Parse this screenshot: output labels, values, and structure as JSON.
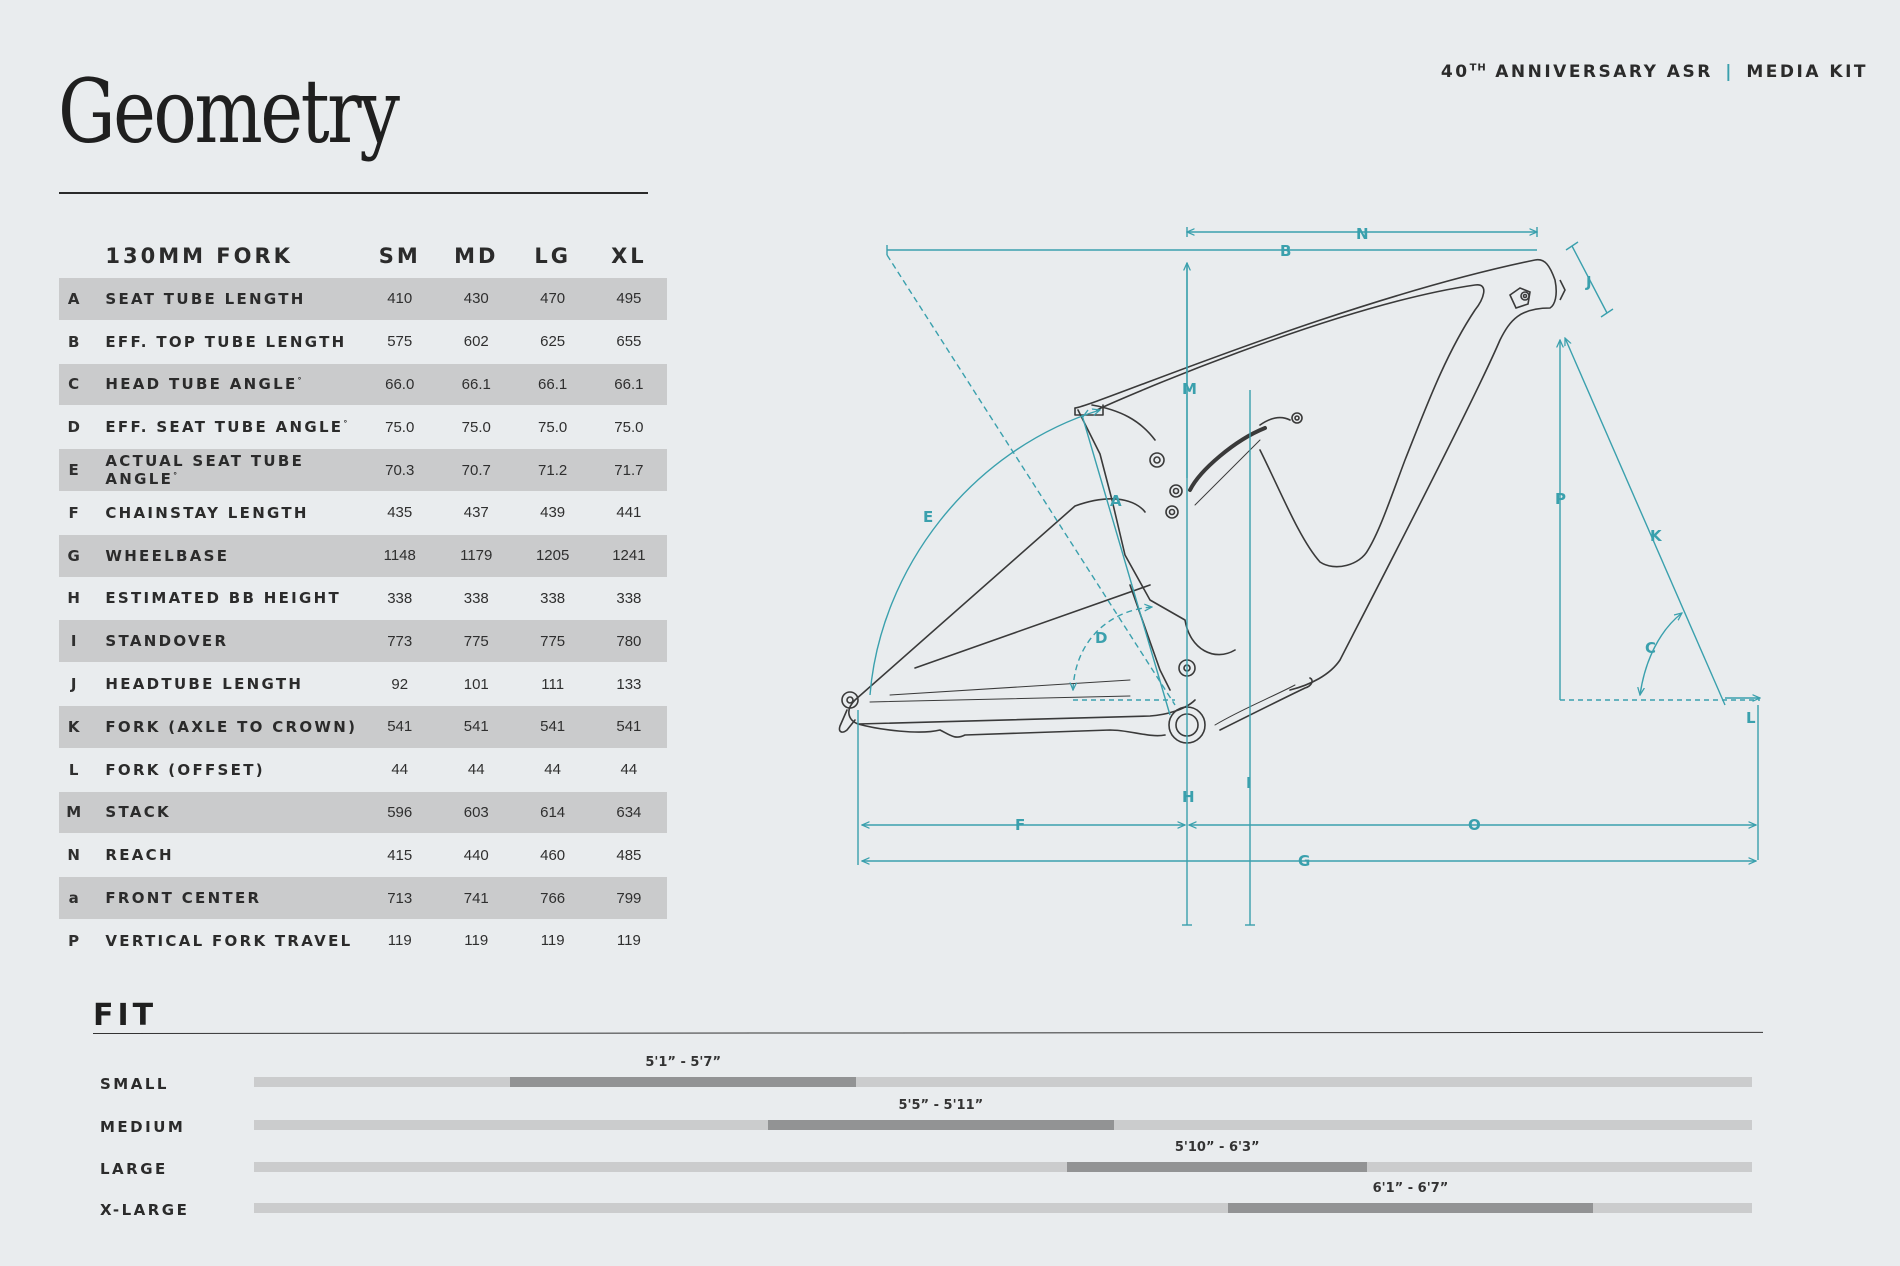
{
  "header": {
    "prefix": "40",
    "suffix": "TH",
    "part1": "ANNIVERSARY ASR",
    "separator": "|",
    "part2": "MEDIA KIT",
    "accent_color": "#3aa0ad"
  },
  "title": "Geometry",
  "table": {
    "fork_header": "130MM FORK",
    "sizes": [
      "SM",
      "MD",
      "LG",
      "XL"
    ],
    "rows": [
      {
        "letter": "A",
        "label": "SEAT TUBE LENGTH",
        "deg": "",
        "values": [
          "410",
          "430",
          "470",
          "495"
        ]
      },
      {
        "letter": "B",
        "label": "EFF. TOP TUBE LENGTH",
        "deg": "",
        "values": [
          "575",
          "602",
          "625",
          "655"
        ]
      },
      {
        "letter": "C",
        "label": "HEAD TUBE ANGLE",
        "deg": "°",
        "values": [
          "66.0",
          "66.1",
          "66.1",
          "66.1"
        ]
      },
      {
        "letter": "D",
        "label": "EFF. SEAT TUBE ANGLE",
        "deg": "°",
        "values": [
          "75.0",
          "75.0",
          "75.0",
          "75.0"
        ]
      },
      {
        "letter": "E",
        "label": "ACTUAL SEAT TUBE ANGLE",
        "deg": "°",
        "values": [
          "70.3",
          "70.7",
          "71.2",
          "71.7"
        ]
      },
      {
        "letter": "F",
        "label": "CHAINSTAY LENGTH",
        "deg": "",
        "values": [
          "435",
          "437",
          "439",
          "441"
        ]
      },
      {
        "letter": "G",
        "label": "WHEELBASE",
        "deg": "",
        "values": [
          "1148",
          "1179",
          "1205",
          "1241"
        ]
      },
      {
        "letter": "H",
        "label": "ESTIMATED BB HEIGHT",
        "deg": "",
        "values": [
          "338",
          "338",
          "338",
          "338"
        ]
      },
      {
        "letter": "I",
        "label": "STANDOVER",
        "deg": "",
        "values": [
          "773",
          "775",
          "775",
          "780"
        ]
      },
      {
        "letter": "J",
        "label": "HEADTUBE LENGTH",
        "deg": "",
        "values": [
          "92",
          "101",
          "111",
          "133"
        ]
      },
      {
        "letter": "K",
        "label": "FORK (AXLE TO CROWN)",
        "deg": "",
        "values": [
          "541",
          "541",
          "541",
          "541"
        ]
      },
      {
        "letter": "L",
        "label": "FORK (OFFSET)",
        "deg": "",
        "values": [
          "44",
          "44",
          "44",
          "44"
        ]
      },
      {
        "letter": "M",
        "label": "STACK",
        "deg": "",
        "values": [
          "596",
          "603",
          "614",
          "634"
        ]
      },
      {
        "letter": "N",
        "label": "REACH",
        "deg": "",
        "values": [
          "415",
          "440",
          "460",
          "485"
        ]
      },
      {
        "letter": "a",
        "label": "FRONT CENTER",
        "deg": "",
        "values": [
          "713",
          "741",
          "766",
          "799"
        ]
      },
      {
        "letter": "P",
        "label": "VERTICAL FORK TRAVEL",
        "deg": "",
        "values": [
          "119",
          "119",
          "119",
          "119"
        ]
      }
    ]
  },
  "diagram": {
    "line_color": "#3aa0ad",
    "frame_color": "#3a3a3a",
    "labels": {
      "A": "A",
      "B": "B",
      "C": "C",
      "D": "D",
      "E": "E",
      "F": "F",
      "G": "G",
      "H": "H",
      "I": "I",
      "J": "J",
      "K": "K",
      "L": "L",
      "M": "M",
      "N": "N",
      "O": "O",
      "P": "P"
    }
  },
  "fit": {
    "title": "FIT",
    "rows": [
      {
        "label": "SMALL",
        "range": "5'1” - 5'7”",
        "start": 0.171,
        "end": 0.402
      },
      {
        "label": "MEDIUM",
        "range": "5'5” - 5'11”",
        "start": 0.343,
        "end": 0.574
      },
      {
        "label": "LARGE",
        "range": "5'10” - 6'3”",
        "start": 0.543,
        "end": 0.743
      },
      {
        "label": "X-LARGE",
        "range": "6'1” - 6'7”",
        "start": 0.65,
        "end": 0.894
      }
    ]
  }
}
